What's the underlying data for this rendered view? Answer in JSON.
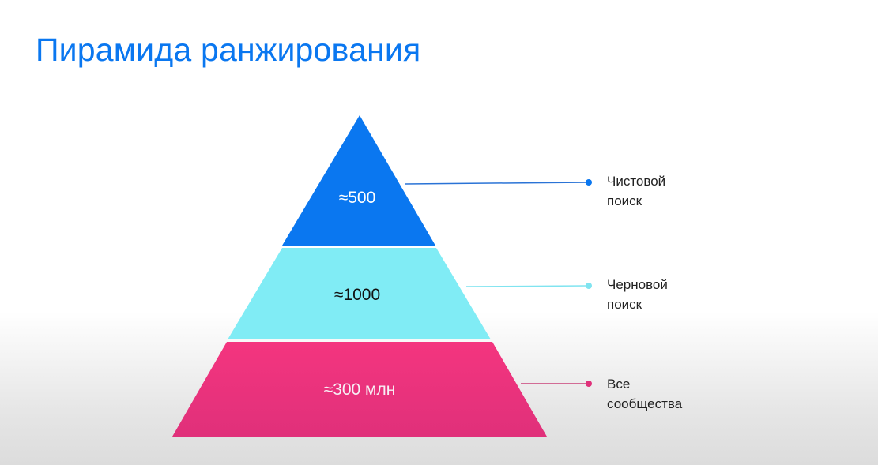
{
  "title": "Пирамида ранжирования",
  "pyramid": {
    "levels": [
      {
        "value": "≈500",
        "label_line1": "Чистовой",
        "label_line2": "поиск",
        "color": "#0a77f0",
        "text_color": "#ffffff"
      },
      {
        "value": "≈1000",
        "label_line1": "Черновой",
        "label_line2": "поиск",
        "color": "#80ecf5",
        "text_color": "#111111"
      },
      {
        "value": "≈300 млн",
        "label_line1": "Все",
        "label_line2": "сообщества",
        "color": "#f0357e",
        "text_color": "#ffffff"
      }
    ]
  }
}
